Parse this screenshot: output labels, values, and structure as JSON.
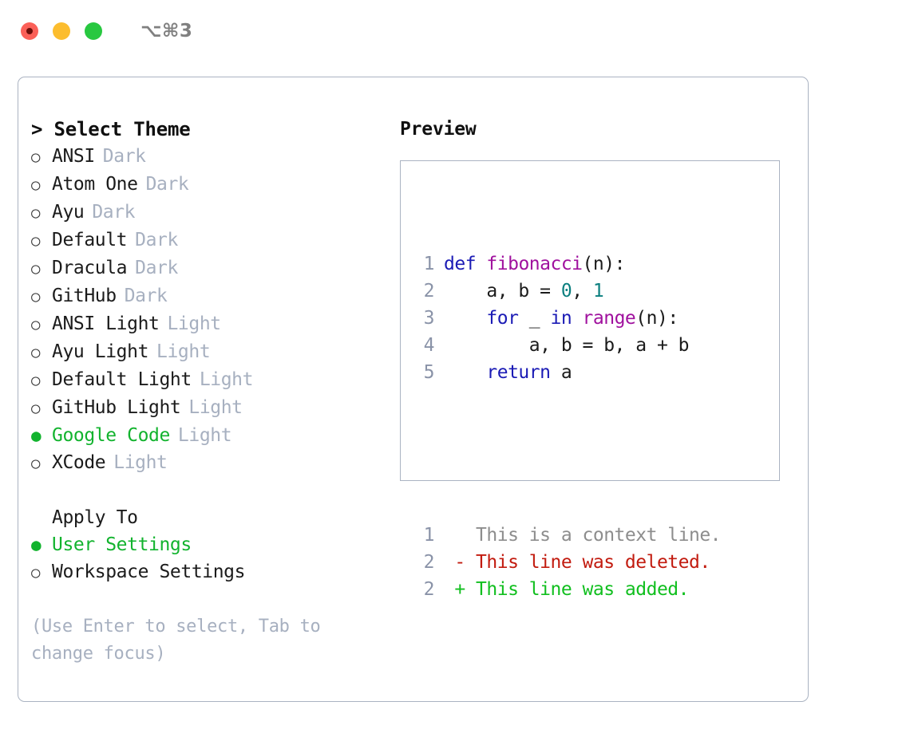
{
  "titlebar": {
    "shortcut": "⌥⌘3",
    "lights": [
      {
        "name": "close",
        "color": "#fb6058"
      },
      {
        "name": "minimize",
        "color": "#fcbd2e"
      },
      {
        "name": "maximize",
        "color": "#28c840"
      }
    ]
  },
  "theme_picker": {
    "header": "> Select Theme",
    "radio_on": "●",
    "radio_off": "○",
    "items": [
      {
        "name": "ANSI",
        "tag": "Dark",
        "selected": false
      },
      {
        "name": "Atom One",
        "tag": "Dark",
        "selected": false
      },
      {
        "name": "Ayu",
        "tag": "Dark",
        "selected": false
      },
      {
        "name": "Default",
        "tag": "Dark",
        "selected": false
      },
      {
        "name": "Dracula",
        "tag": "Dark",
        "selected": false
      },
      {
        "name": "GitHub",
        "tag": "Dark",
        "selected": false
      },
      {
        "name": "ANSI Light",
        "tag": "Light",
        "selected": false
      },
      {
        "name": "Ayu Light",
        "tag": "Light",
        "selected": false
      },
      {
        "name": "Default Light",
        "tag": "Light",
        "selected": false
      },
      {
        "name": "GitHub Light",
        "tag": "Light",
        "selected": false
      },
      {
        "name": "Google Code",
        "tag": "Light",
        "selected": true
      },
      {
        "name": "XCode",
        "tag": "Light",
        "selected": false
      }
    ]
  },
  "apply_to": {
    "header": "Apply To",
    "items": [
      {
        "name": "User Settings",
        "selected": true
      },
      {
        "name": "Workspace Settings",
        "selected": false
      }
    ]
  },
  "hint": "(Use Enter to select, Tab to change focus)",
  "preview": {
    "title": "Preview",
    "code_lines": [
      {
        "ln": "1",
        "tokens": [
          {
            "t": "def",
            "c": "kw"
          },
          {
            "t": " ",
            "c": "txt"
          },
          {
            "t": "fibonacci",
            "c": "fn"
          },
          {
            "t": "(n):",
            "c": "punc"
          }
        ]
      },
      {
        "ln": "2",
        "tokens": [
          {
            "t": "    a, b = ",
            "c": "txt"
          },
          {
            "t": "0",
            "c": "num"
          },
          {
            "t": ", ",
            "c": "txt"
          },
          {
            "t": "1",
            "c": "num"
          }
        ]
      },
      {
        "ln": "3",
        "tokens": [
          {
            "t": "    ",
            "c": "txt"
          },
          {
            "t": "for",
            "c": "kw"
          },
          {
            "t": " _ ",
            "c": "txt"
          },
          {
            "t": "in",
            "c": "kw"
          },
          {
            "t": " ",
            "c": "txt"
          },
          {
            "t": "range",
            "c": "fn"
          },
          {
            "t": "(n):",
            "c": "punc"
          }
        ]
      },
      {
        "ln": "4",
        "tokens": [
          {
            "t": "        a, b = b, a + b",
            "c": "txt"
          }
        ]
      },
      {
        "ln": "5",
        "tokens": [
          {
            "t": "    ",
            "c": "txt"
          },
          {
            "t": "return",
            "c": "kw"
          },
          {
            "t": " a",
            "c": "txt"
          }
        ]
      }
    ],
    "diff_lines": [
      {
        "ln": "1",
        "marker": " ",
        "text": "This is a context line.",
        "kind": "ctx"
      },
      {
        "ln": "2",
        "marker": "-",
        "text": "This line was deleted.",
        "kind": "del"
      },
      {
        "ln": "2",
        "marker": "+",
        "text": "This line was added.",
        "kind": "add"
      }
    ]
  },
  "colors": {
    "accent_green": "#12b32e",
    "tag_gray": "#a7b0c0",
    "border": "#aab3c2",
    "keyword": "#1b1bb5",
    "function": "#a0119e",
    "number": "#0b7f7f",
    "diff_deleted": "#c21b0f",
    "diff_added": "#11bf1f",
    "diff_context": "#8d8d8d",
    "line_number": "#8a93a8"
  }
}
